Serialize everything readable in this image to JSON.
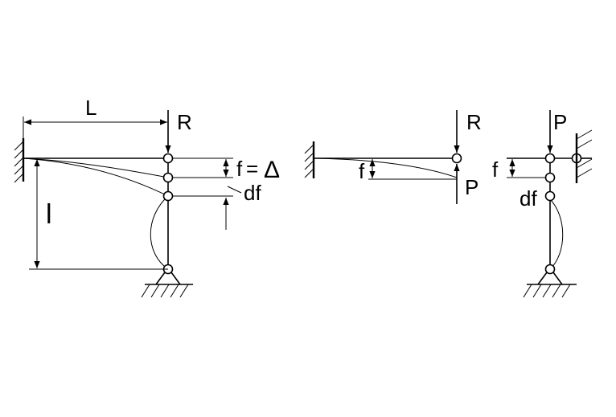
{
  "diagram": {
    "left": {
      "span_label": "L",
      "height_label": "l",
      "load_label": "R",
      "deflection_label": "f",
      "equals_sign": "=",
      "delta_symbol": "Δ",
      "increment_label": "df"
    },
    "middle": {
      "load_label": "R",
      "deflection_label": "f",
      "reaction_label": "P"
    },
    "right": {
      "load_label": "P",
      "deflection_label": "f",
      "increment_label": "df"
    }
  }
}
